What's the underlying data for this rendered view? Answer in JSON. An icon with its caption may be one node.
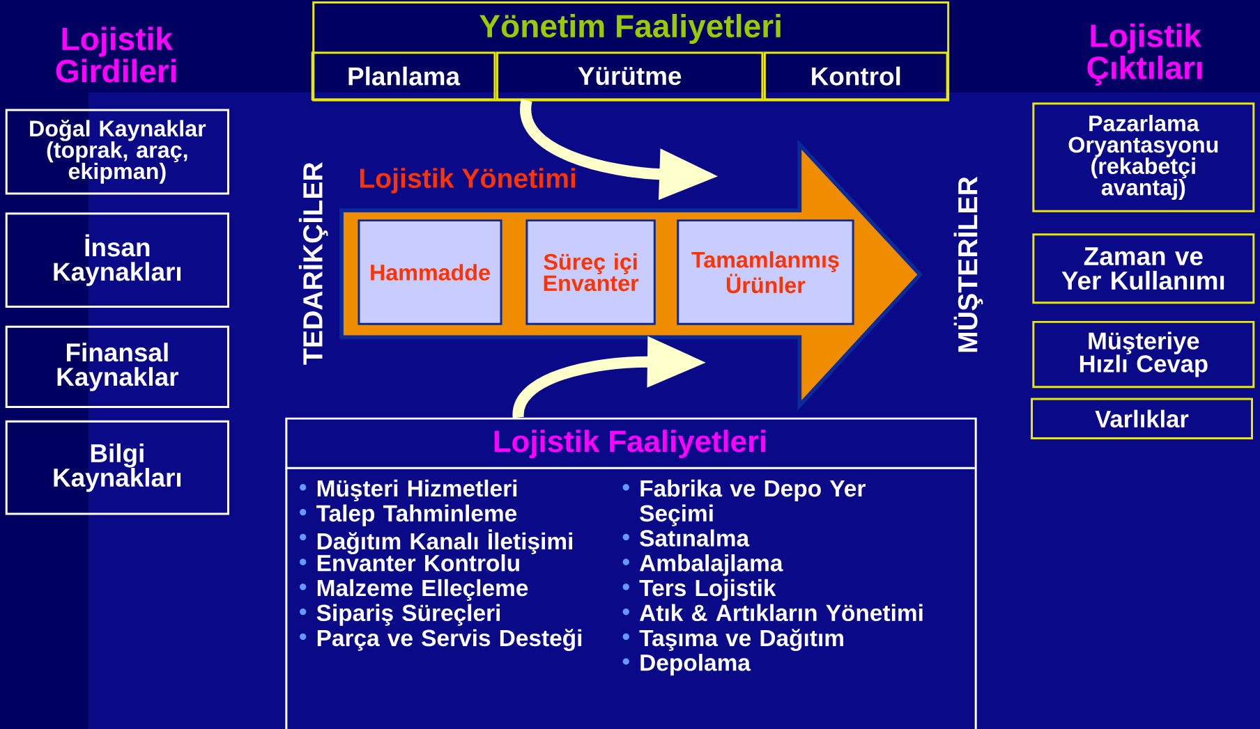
{
  "diagram": {
    "nodes": [
      {
        "text": [
          "Yönetim Faaliyetleri"
        ]
      },
      {
        "text": [
          "Planlama"
        ],
        "in": 0
      },
      {
        "text": [
          "Yürütme"
        ],
        "in": 0
      },
      {
        "text": [
          "Kontrol"
        ],
        "in": 0
      },
      {
        "text": [
          "Doğal Kaynaklar (toprak, araç, ekipman)"
        ]
      },
      {
        "text": [
          "İnsan Kaynakları"
        ]
      },
      {
        "text": [
          "Finansal Kaynaklar"
        ]
      },
      {
        "text": [
          "Bilgi Kaynakları"
        ]
      },
      {
        "text": [
          "Lojistik Yönetimi"
        ]
      },
      {
        "text": [
          "Hammadde"
        ],
        "in": 8
      },
      {
        "text": [
          "Süreç içi Envanter"
        ],
        "in": 8
      },
      {
        "text": [
          "Tamamlanmış Ürünler"
        ],
        "in": 8
      },
      {
        "text": [
          "Lojistik Faaliyetleri",
          "Müşteri Hizmetleri",
          "Talep Tahminleme",
          "Dağıtım Kanalı İletişimi",
          "Envanter Kontrolu",
          "Malzeme Elleçleme",
          "Sipariş Süreçleri",
          "Parça ve Servis Desteği",
          "Fabrika ve Depo Yer Seçimi",
          "Satınalma",
          "Ambalajlama",
          "Ters Lojistik",
          "Atık & Artıkların Yönetimi",
          "Taşıma ve Dağıtım",
          "Depolama"
        ]
      },
      {
        "text": [
          "Pazarlama Oryantasyonu (rekabetçi avantaj)"
        ]
      },
      {
        "text": [
          "Zaman ve Yer Kullanımı"
        ]
      },
      {
        "text": [
          "Müşteriye Hızlı Cevap"
        ]
      },
      {
        "text": [
          "Varlıklar"
        ]
      }
    ],
    "edges": [
      {
        "from": 2,
        "to": 8,
        "arrow": "to"
      },
      {
        "from": 12,
        "to": 8,
        "arrow": "to"
      }
    ],
    "labels": [
      "Lojistik Girdileri",
      "Lojistik Çıktıları",
      "TEDARİKÇİLER",
      "MÜŞTERİLER"
    ]
  }
}
